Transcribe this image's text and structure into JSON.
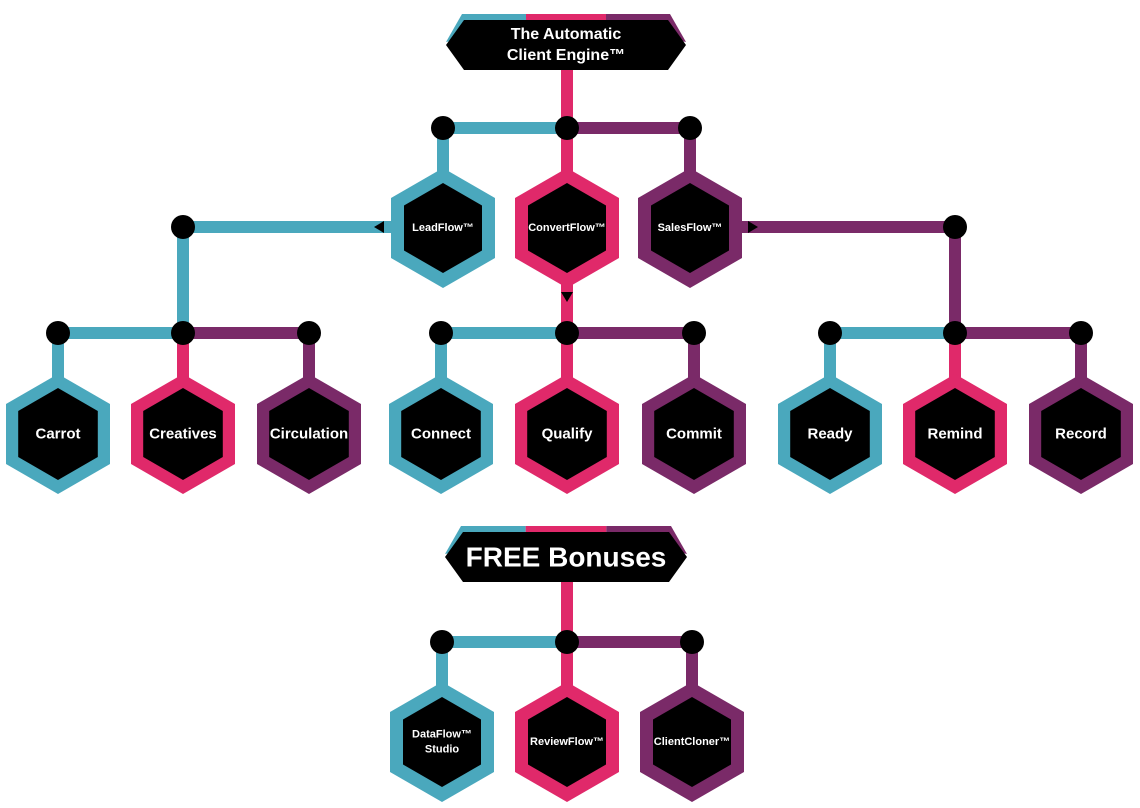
{
  "colors": {
    "teal": "#4aa8bd",
    "pink": "#e0296a",
    "purple": "#7a2a68",
    "node": "#000000",
    "text": "#ffffff"
  },
  "banners": {
    "engine": {
      "lines": [
        "The Automatic",
        "Client Engine™"
      ]
    },
    "bonuses": {
      "lines": [
        "FREE Bonuses"
      ]
    }
  },
  "nodes": {
    "leadflow": {
      "lines": [
        "LeadFlow™"
      ],
      "color": "teal"
    },
    "convertflow": {
      "lines": [
        "ConvertFlow™"
      ],
      "color": "pink"
    },
    "salesflow": {
      "lines": [
        "SalesFlow™"
      ],
      "color": "purple"
    },
    "carrot": {
      "lines": [
        "Carrot"
      ],
      "color": "teal"
    },
    "creatives": {
      "lines": [
        "Creatives"
      ],
      "color": "pink"
    },
    "circulation": {
      "lines": [
        "Circulation"
      ],
      "color": "purple"
    },
    "connect": {
      "lines": [
        "Connect"
      ],
      "color": "teal"
    },
    "qualify": {
      "lines": [
        "Qualify"
      ],
      "color": "pink"
    },
    "commit": {
      "lines": [
        "Commit"
      ],
      "color": "purple"
    },
    "ready": {
      "lines": [
        "Ready"
      ],
      "color": "teal"
    },
    "remind": {
      "lines": [
        "Remind"
      ],
      "color": "pink"
    },
    "record": {
      "lines": [
        "Record"
      ],
      "color": "purple"
    },
    "dataflow": {
      "lines": [
        "DataFlow™",
        "Studio"
      ],
      "color": "teal"
    },
    "reviewflow": {
      "lines": [
        "ReviewFlow™"
      ],
      "color": "pink"
    },
    "clientcloner": {
      "lines": [
        "ClientCloner™"
      ],
      "color": "purple"
    }
  }
}
